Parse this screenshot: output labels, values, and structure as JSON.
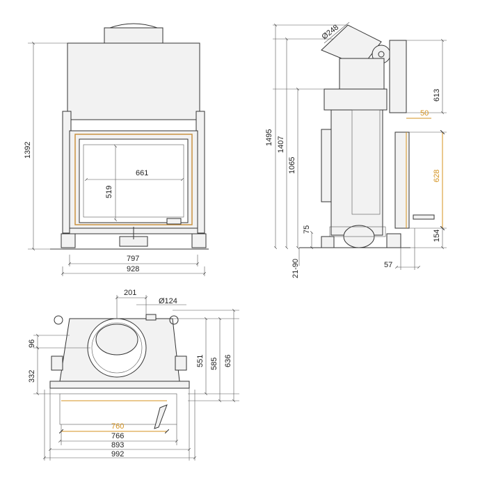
{
  "front_view": {
    "dim_width_inner": "797",
    "dim_width_outer": "928",
    "dim_height_total": "1392",
    "dim_glass_width": "661",
    "dim_glass_height": "519"
  },
  "side_view": {
    "dim_flue_diameter": "Ø248",
    "dim_height_1495": "1495",
    "dim_height_1407": "1407",
    "dim_height_1065": "1065",
    "dim_height_613": "613",
    "dim_height_75": "75",
    "dim_height_range": "21-90",
    "dim_50": "50",
    "dim_628": "628",
    "dim_154": "154",
    "dim_57": "57"
  },
  "top_view": {
    "dim_201": "201",
    "dim_inlet_diameter": "Ø124",
    "dim_96": "96",
    "dim_332": "332",
    "dim_551": "551",
    "dim_585": "585",
    "dim_636": "636",
    "dim_760": "760",
    "dim_766": "766",
    "dim_893": "893",
    "dim_992": "992"
  },
  "colors": {
    "line": "#333333",
    "accent_orange": "#d4921e",
    "frame_gold": "#c9913f"
  }
}
